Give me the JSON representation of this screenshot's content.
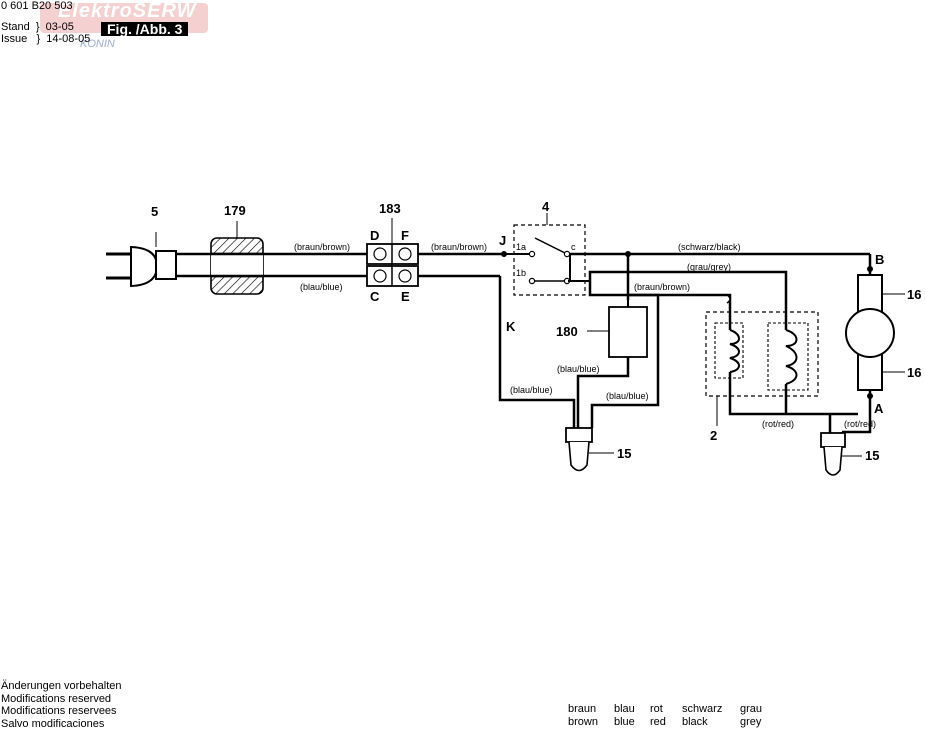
{
  "header": {
    "part_number": "0 601 B20 503",
    "stand_label": "Stand",
    "stand_date": "03-05",
    "issue_label": "Issue",
    "issue_date": "14-08-05",
    "figure_label": "Fig. /Abb. 3",
    "watermark": "ElektroSERW",
    "watermark_sub": "KONIN"
  },
  "components": {
    "plug": "5",
    "filter": "179",
    "terminal": "183",
    "switch": "4",
    "module": "180",
    "field_coils": "2",
    "motor": "16",
    "motor_lower": "16",
    "connector_left": "15",
    "connector_right": "15"
  },
  "terminal_letters": {
    "d": "D",
    "f": "F",
    "c": "C",
    "e": "E"
  },
  "node_labels": {
    "j": "J",
    "k": "K",
    "b": "B",
    "a": "A"
  },
  "switch_contacts": {
    "c1a": "1a",
    "c1b": "1b",
    "cc": "c"
  },
  "wire_labels": {
    "brown_left": "(braun/brown)",
    "brown_mid": "(braun/brown)",
    "blue_left": "(blau/blue)",
    "black": "(schwarz/black)",
    "grey": "(grau/grey)",
    "brown_right": "(braun/brown)",
    "blue_180": "(blau/blue)",
    "blue_k": "(blau/blue)",
    "blue_mid": "(blau/blue)",
    "red_coil": "(rot/red)",
    "red_motor": "(rot/red)"
  },
  "footer": {
    "lines": [
      "Änderungen vorbehalten",
      "Modifications reserved",
      "Modifications reservees",
      "Salvo modificaciones"
    ]
  },
  "legend": {
    "columns": [
      {
        "de": "braun",
        "en": "brown"
      },
      {
        "de": "blau",
        "en": "blue"
      },
      {
        "de": "rot",
        "en": "red"
      },
      {
        "de": "schwarz",
        "en": "black"
      },
      {
        "de": "grau",
        "en": "grey"
      }
    ]
  }
}
